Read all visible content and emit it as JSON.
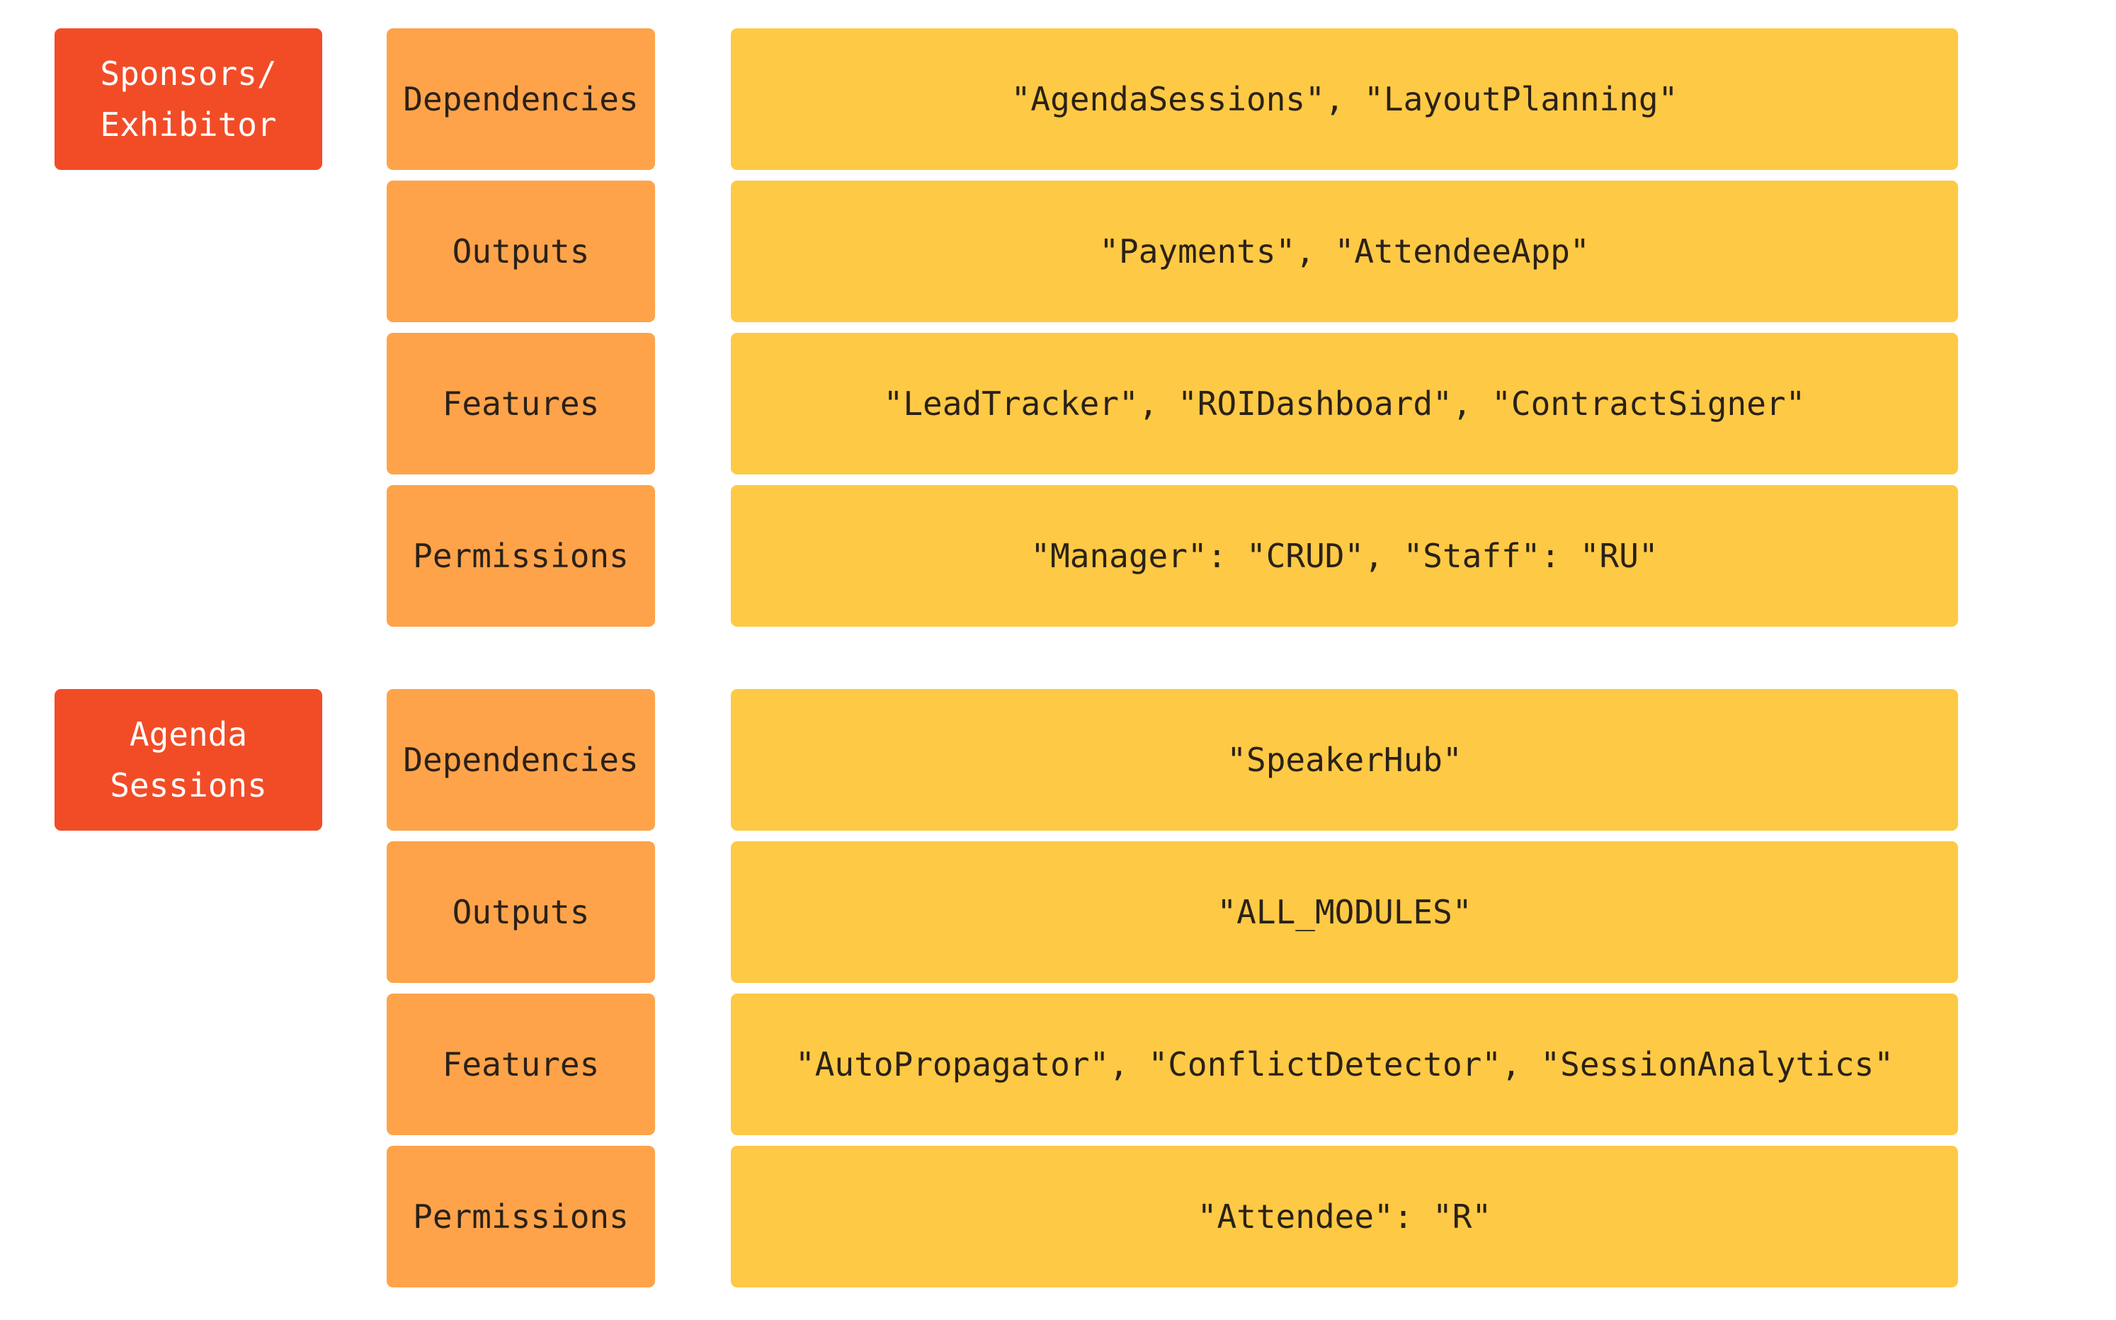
{
  "modules": [
    {
      "title": "Sponsors/\nExhibitor",
      "rows": [
        {
          "key": "Dependencies",
          "value": "\"AgendaSessions\", \"LayoutPlanning\""
        },
        {
          "key": "Outputs",
          "value": "\"Payments\", \"AttendeeApp\""
        },
        {
          "key": "Features",
          "value": "\"LeadTracker\", \"ROIDashboard\", \"ContractSigner\""
        },
        {
          "key": "Permissions",
          "value": "\"Manager\": \"CRUD\", \"Staff\": \"RU\""
        }
      ]
    },
    {
      "title": "Agenda\nSessions",
      "rows": [
        {
          "key": "Dependencies",
          "value": "\"SpeakerHub\""
        },
        {
          "key": "Outputs",
          "value": "\"ALL_MODULES\""
        },
        {
          "key": "Features",
          "value": "\"AutoPropagator\", \"ConflictDetector\", \"SessionAnalytics\""
        },
        {
          "key": "Permissions",
          "value": "\"Attendee\": \"R\""
        }
      ]
    }
  ],
  "colors": {
    "module_bg": "#f24c27",
    "key_bg": "#fea34a",
    "value_bg": "#fec945",
    "text_dark": "#2a2118",
    "text_light": "#ffffff"
  }
}
